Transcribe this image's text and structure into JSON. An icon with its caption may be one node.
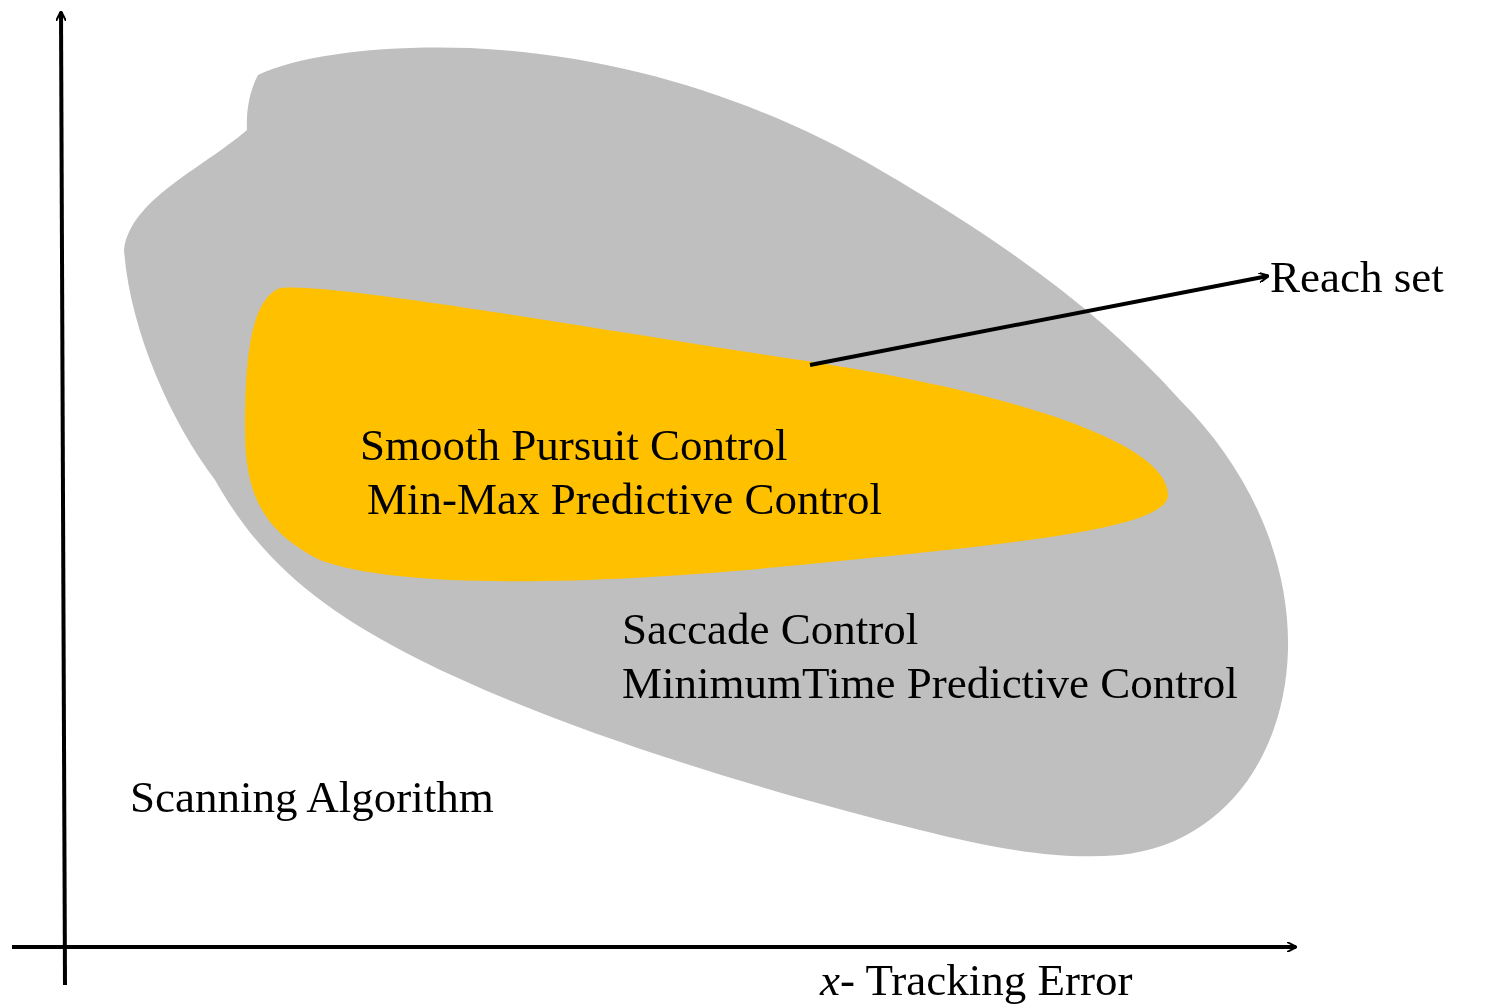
{
  "diagram": {
    "nodes": [
      {
        "text": [
          "Saccade Control",
          "MinimumTime Predictive Control"
        ]
      },
      {
        "text": [
          "Smooth Pursuit Control",
          "Min-Max Predictive Control"
        ],
        "in": 0
      },
      {
        "text": [
          "Reach set"
        ]
      }
    ],
    "edges": [
      {
        "from": 1,
        "to": 2,
        "arrow": "to"
      }
    ],
    "labels": [
      "Scanning Algorithm",
      "*x*- Tracking Error"
    ]
  }
}
